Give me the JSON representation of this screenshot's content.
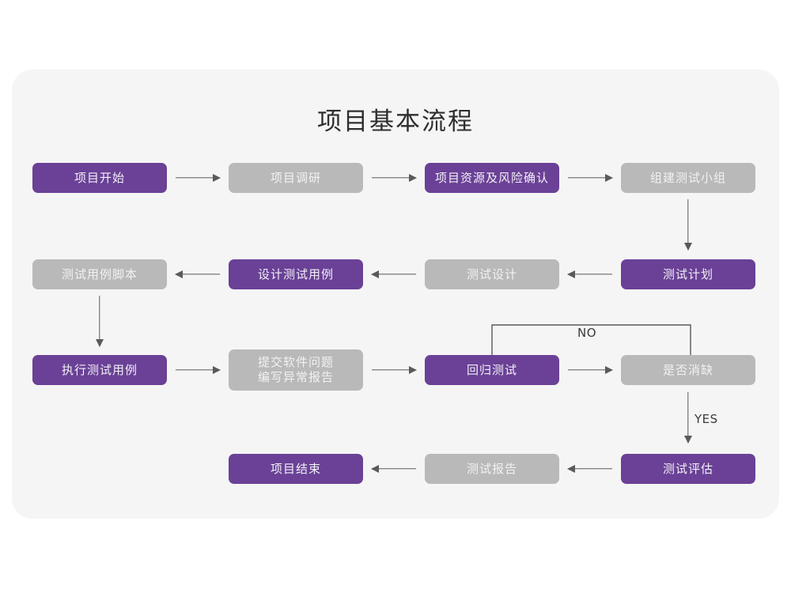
{
  "title": "项目基本流程",
  "colors": {
    "page_background": "#ffffff",
    "card_background": "#f5f5f5",
    "node_purple": "#6a4196",
    "node_gray": "#b9b9b9",
    "purple_text": "#f3f0f7",
    "gray_text": "#f2f2f2",
    "connector": "#5a5a5a",
    "title_text": "#2e2e2e"
  },
  "nodes": {
    "n1": {
      "label": "项目开始",
      "style": "purple"
    },
    "n2": {
      "label": "项目调研",
      "style": "gray"
    },
    "n3": {
      "label": "项目资源及风险确认",
      "style": "purple"
    },
    "n4": {
      "label": "组建测试小组",
      "style": "gray"
    },
    "n5": {
      "label": "测试计划",
      "style": "purple"
    },
    "n6": {
      "label": "测试设计",
      "style": "gray"
    },
    "n7": {
      "label": "设计测试用例",
      "style": "purple"
    },
    "n8": {
      "label": "测试用例脚本",
      "style": "gray"
    },
    "n9": {
      "label": "执行测试用例",
      "style": "purple"
    },
    "n10": {
      "label_line1": "提交软件问题",
      "label_line2": "编写异常报告",
      "style": "gray"
    },
    "n11": {
      "label": "回归测试",
      "style": "purple"
    },
    "n12": {
      "label": "是否消缺",
      "style": "gray"
    },
    "n13": {
      "label": "测试评估",
      "style": "purple"
    },
    "n14": {
      "label": "测试报告",
      "style": "gray"
    },
    "n15": {
      "label": "项目结束",
      "style": "purple"
    }
  },
  "edge_labels": {
    "no": "NO",
    "yes": "YES"
  },
  "flow": {
    "description": "项目开始 → 项目调研 → 项目资源及风险确认 → 组建测试小组 ↓ 测试计划 ← 测试设计 ← 设计测试用例 ← 测试用例脚本 ↓ 执行测试用例 → 提交软件问题/编写异常报告 → 回归测试 → 是否消缺 ; 是否消缺 --NO--> 回归测试 ; 是否消缺 --YES--> 测试评估 → 测试报告 → 项目结束"
  }
}
